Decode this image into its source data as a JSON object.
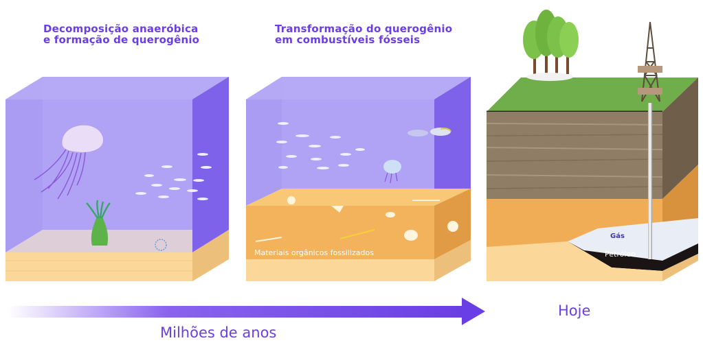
{
  "captions": {
    "stage1": "Decomposição anaeróbica\ne formação de querogênio",
    "stage2": "Transformação do querogênio\nem combustíveis fósseis"
  },
  "labels": {
    "fossil_layer": "Materiais orgânicos fossilizados",
    "gas": "Gás",
    "oil": "Petróleo",
    "today": "Hoje",
    "timeline": "Milhões de anos"
  },
  "colors": {
    "accent": "#6a3ee6",
    "water": "#a796f2",
    "sand": "#fde7b8",
    "sediment": "#f5b862",
    "grass": "#6fa94c",
    "rock": "#8d7862",
    "oil": "#1a1414"
  }
}
